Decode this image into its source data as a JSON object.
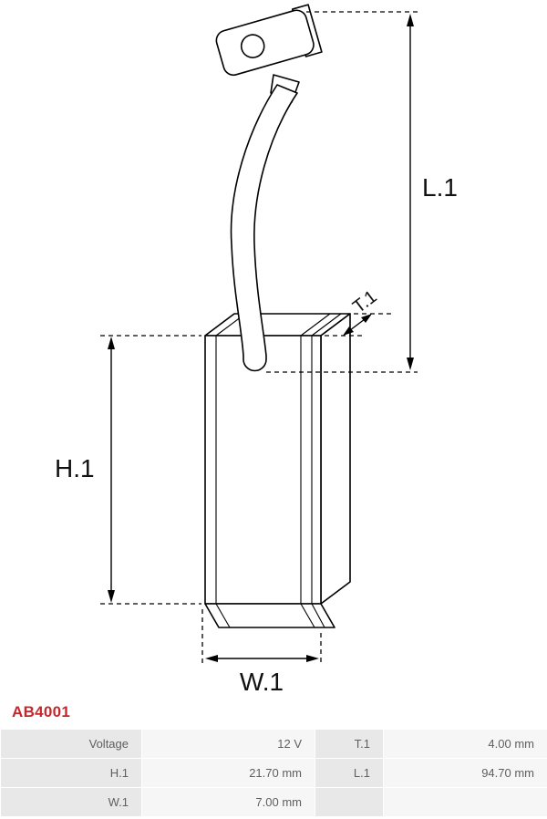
{
  "part_number": "AB4001",
  "diagram": {
    "labels": {
      "l1": "L.1",
      "h1": "H.1",
      "w1": "W.1",
      "t1": "T.1"
    }
  },
  "colors": {
    "part_number_red": "#c5282c",
    "line_black": "#000000",
    "table_label_bg": "#e8e8e8",
    "table_value_bg": "#f6f6f6"
  },
  "table": {
    "rows": [
      {
        "c1_label": "Voltage",
        "c1_value": "12 V",
        "c2_label": "T.1",
        "c2_value": "4.00 mm"
      },
      {
        "c1_label": "H.1",
        "c1_value": "21.70 mm",
        "c2_label": "L.1",
        "c2_value": "94.70 mm"
      },
      {
        "c1_label": "W.1",
        "c1_value": "7.00 mm",
        "c2_label": "",
        "c2_value": ""
      }
    ]
  }
}
